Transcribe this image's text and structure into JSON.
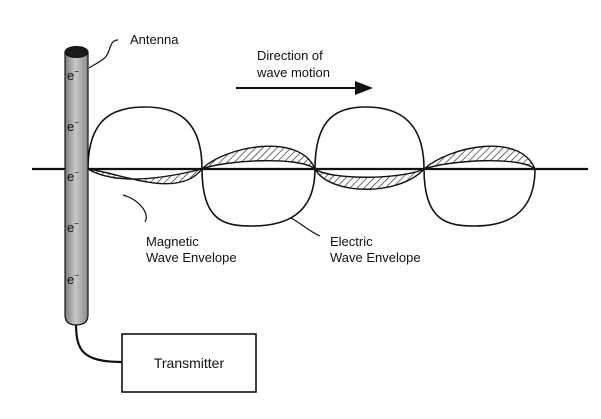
{
  "labels": {
    "antenna": "Antenna",
    "direction_line1": "Direction of",
    "direction_line2": "wave motion",
    "magnetic_line1": "Magnetic",
    "magnetic_line2": "Wave Envelope",
    "electric_line1": "Electric",
    "electric_line2": "Wave Envelope",
    "transmitter": "Transmitter"
  },
  "electron": {
    "symbol": "e",
    "charge": "−"
  },
  "colors": {
    "ink": "#111111",
    "background": "#ffffff"
  }
}
